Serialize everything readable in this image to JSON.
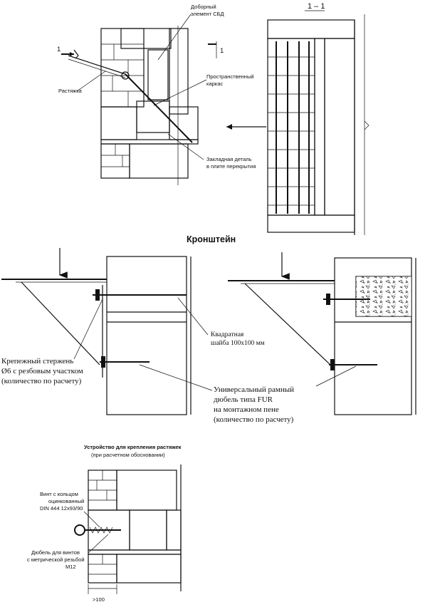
{
  "top_left": {
    "label_element": [
      "Доборный",
      "элемент СБД"
    ],
    "label_cut_left": "1",
    "label_cut_right": "1",
    "label_rastyazhka": "Растяжка",
    "label_karkas": [
      "Пространственный",
      "каркас"
    ],
    "label_zakladnaya": [
      "Закладная деталь",
      "в плите перекрытия"
    ]
  },
  "top_right": {
    "section_title": "1 – 1"
  },
  "bracket": {
    "title": "Кронштейн",
    "label_washer": [
      "Квадратная",
      "шайба 100х100 мм"
    ],
    "label_rod": [
      "Крепежный стержень",
      "Ø6 с резбовым участком",
      "(количество по расчету)"
    ],
    "label_dowel": [
      "Универсальный рамный",
      "дюбель типа FUR",
      "на монтажном  пене",
      "(количество по расчету)"
    ]
  },
  "device": {
    "title": [
      "Устройство для крепления растяжек",
      "(при расчетном обосновании)"
    ],
    "label_screw": [
      "Винт с кольцом",
      "оцинкованный",
      "DIN 444  12х93/90"
    ],
    "label_dowel": [
      "Дюбель для винтов",
      "с метрической резьбой",
      "М12"
    ],
    "dimension": ">100"
  },
  "colors": {
    "ink": "#111111",
    "paper": "#ffffff"
  }
}
